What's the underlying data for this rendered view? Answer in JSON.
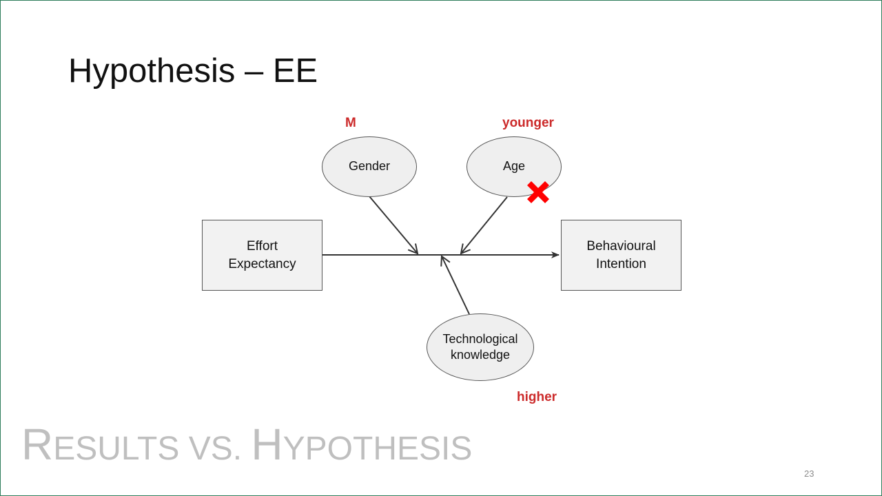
{
  "slide": {
    "title": "Hypothesis – EE",
    "section_title_parts": [
      "R",
      "ESULTS ",
      "VS",
      ". H",
      "YPOTHESIS"
    ],
    "page_number": "23"
  },
  "diagram": {
    "nodes": {
      "effort_expectancy": "Effort\nExpectancy",
      "behavioural_intention": "Behavioural\nIntention",
      "gender": "Gender",
      "age": "Age",
      "technological_knowledge": "Technological\nknowledge"
    },
    "annotations": {
      "gender": "M",
      "age": "younger",
      "technological_knowledge": "higher"
    },
    "colors": {
      "annotation": "#cc2a2a",
      "cross_mark": "#ff0000",
      "node_fill": "#f2f2f2",
      "line": "#333333"
    },
    "icons": {
      "age_rejected": "cross-mark-icon"
    }
  }
}
